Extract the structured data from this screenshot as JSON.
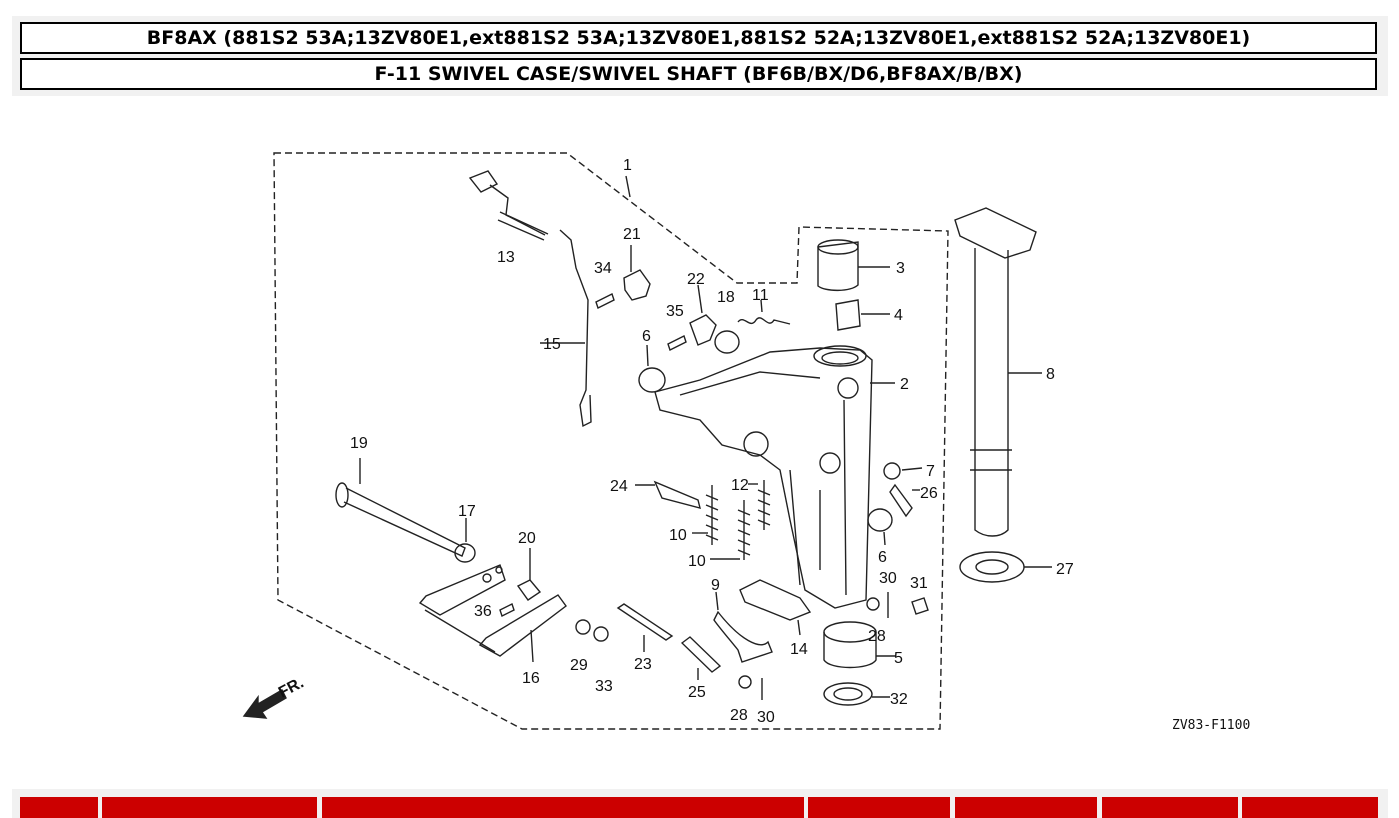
{
  "header": {
    "model_title": "BF8AX (881S2 53A;13ZV80E1,ext881S2 53A;13ZV80E1,881S2 52A;13ZV80E1,ext881S2 52A;13ZV80E1)",
    "section_title": "F-11 SWIVEL CASE/SWIVEL SHAFT (BF6B/BX/D6,BF8AX/B/BX)"
  },
  "diagram": {
    "part_numbers": [
      "1",
      "2",
      "3",
      "4",
      "5",
      "6",
      "6",
      "7",
      "8",
      "9",
      "10",
      "10",
      "11",
      "12",
      "13",
      "14",
      "15",
      "16",
      "17",
      "18",
      "19",
      "20",
      "21",
      "22",
      "23",
      "24",
      "25",
      "26",
      "27",
      "28",
      "28",
      "29",
      "30",
      "30",
      "31",
      "32",
      "33",
      "34",
      "35",
      "36"
    ],
    "front_label": "FR.",
    "figure_code": "ZV83-F1100"
  },
  "table": {
    "columns": [
      "",
      "",
      "",
      "",
      "",
      "",
      ""
    ]
  }
}
